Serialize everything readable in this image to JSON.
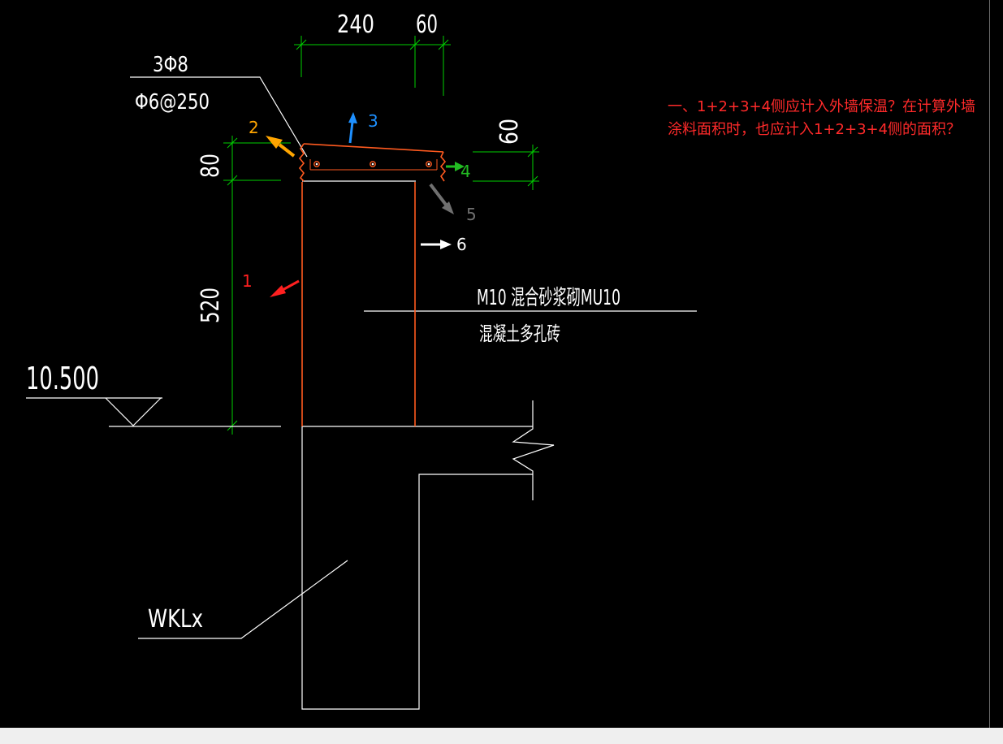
{
  "dimensions": {
    "top_240": "240",
    "top_60": "60",
    "right_60": "60",
    "left_80": "80",
    "left_520": "520"
  },
  "rebar": {
    "main": "3Φ8",
    "stirrup": "Φ6@250"
  },
  "elevation": "10.500",
  "material": {
    "line1": "M10 混合砂浆砌MU10",
    "line2": "混凝土多孔砖"
  },
  "beam_label": "WKLx",
  "markers": [
    {
      "label": "1",
      "color": "#ff2020"
    },
    {
      "label": "2",
      "color": "#ffa500"
    },
    {
      "label": "3",
      "color": "#1e90ff"
    },
    {
      "label": "4",
      "color": "#22bb22"
    },
    {
      "label": "5",
      "color": "#707070"
    },
    {
      "label": "6",
      "color": "#ffffff"
    }
  ],
  "colors": {
    "outline_highlight": "#ff5a1f",
    "dimension": "#00d000",
    "question": "#ff2a2a"
  },
  "question": "一、1+2+3+4侧应计入外墙保温？在计算外墙涂料面积时，也应计入1+2+3+4侧的面积？"
}
